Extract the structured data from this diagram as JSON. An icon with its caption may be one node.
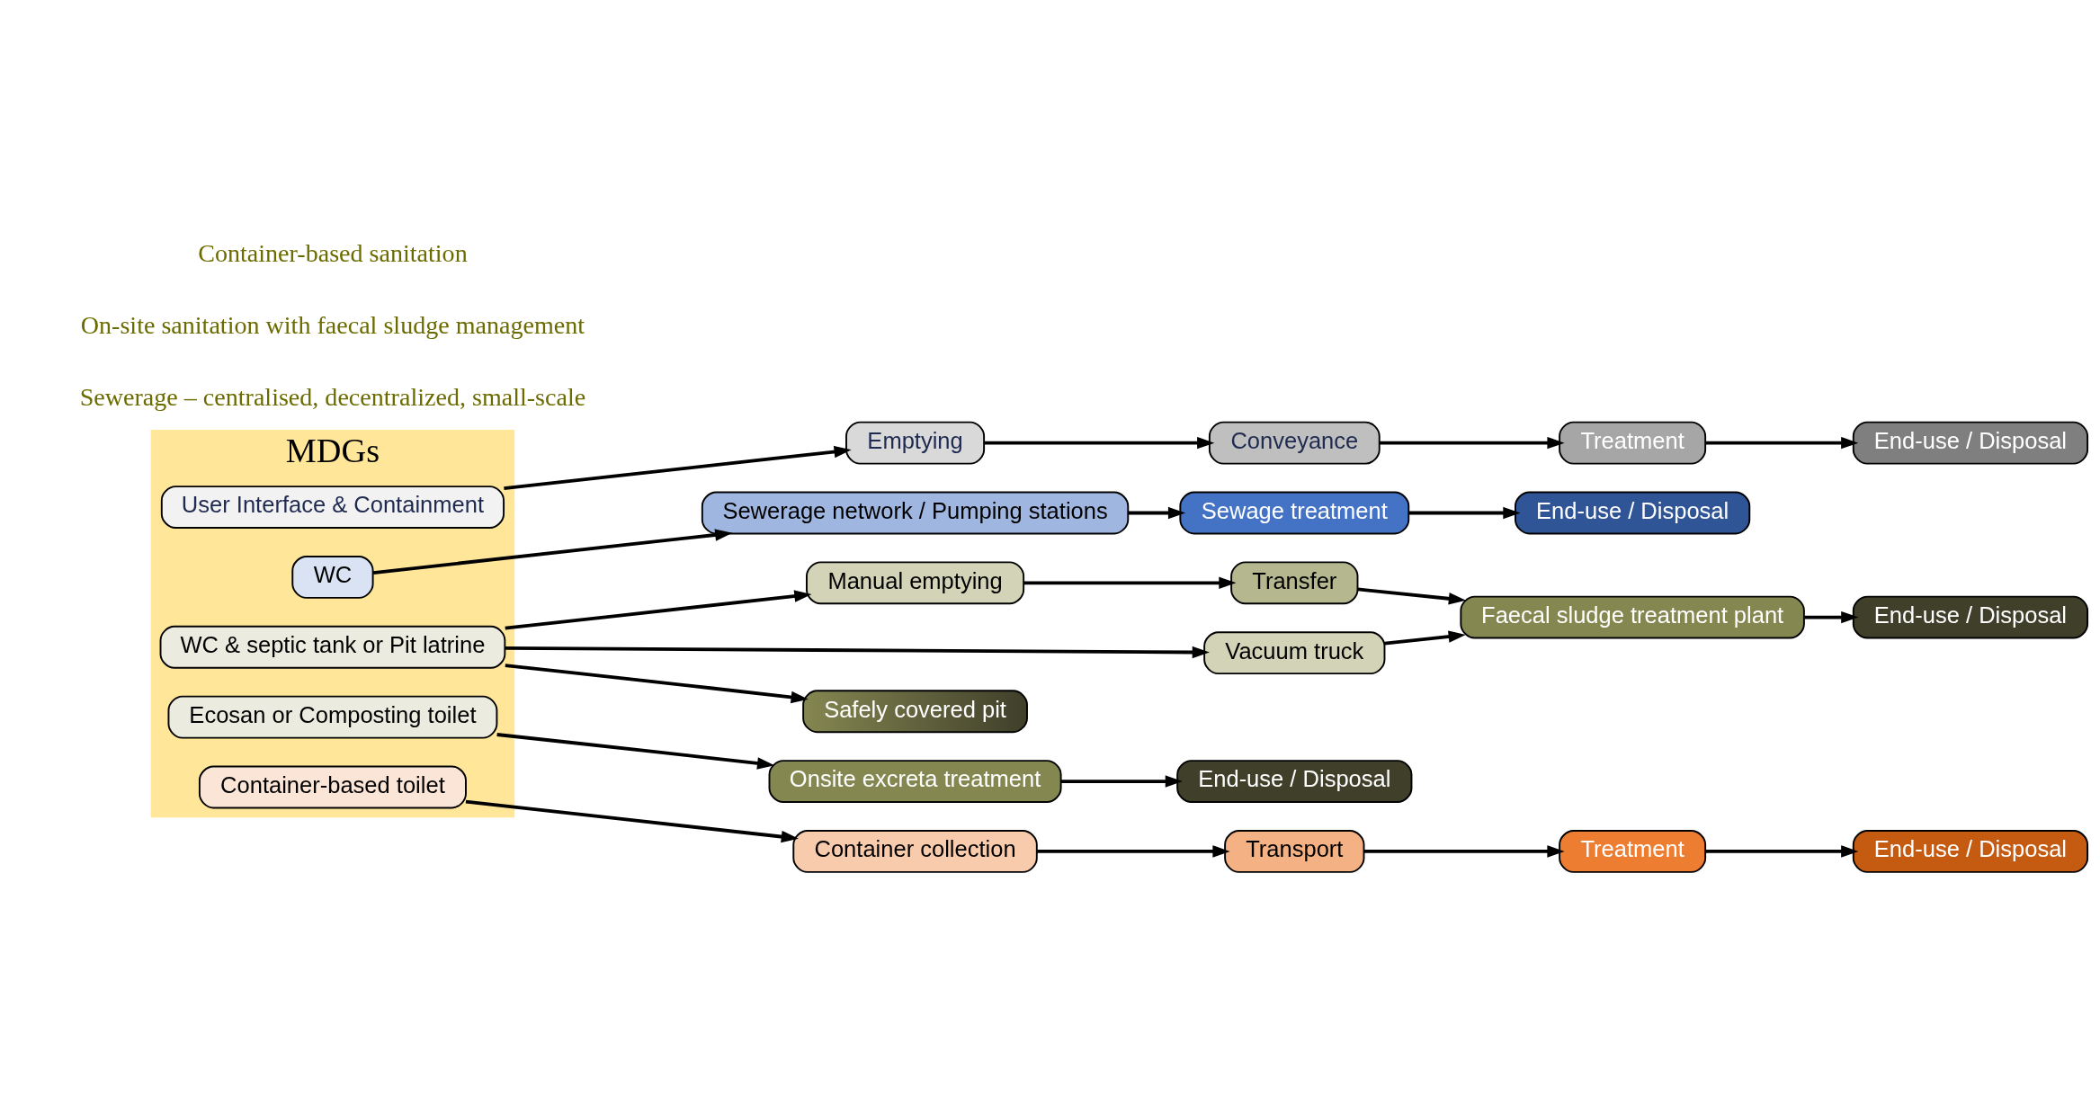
{
  "diagram": {
    "nodes": [
      {
        "text": [
          "MDGs"
        ]
      },
      {
        "text": [
          "User Interface & Containment"
        ],
        "in": 0
      },
      {
        "text": [
          "Emptying"
        ]
      },
      {
        "text": [
          "Conveyance"
        ]
      },
      {
        "text": [
          "Treatment"
        ]
      },
      {
        "text": [
          "End-use / Disposal"
        ]
      },
      {
        "text": [
          "WC"
        ],
        "in": 0
      },
      {
        "text": [
          "Sewerage network / Pumping stations"
        ]
      },
      {
        "text": [
          "Sewage treatment"
        ]
      },
      {
        "text": [
          "End-use / Disposal"
        ]
      },
      {
        "text": [
          "WC & septic tank or Pit latrine"
        ],
        "in": 0
      },
      {
        "text": [
          "Manual emptying"
        ]
      },
      {
        "text": [
          "Transfer"
        ]
      },
      {
        "text": [
          "Faecal sludge treatment plant"
        ]
      },
      {
        "text": [
          "End-use / Disposal"
        ]
      },
      {
        "text": [
          "Vacuum truck"
        ]
      },
      {
        "text": [
          "Safely covered pit"
        ]
      },
      {
        "text": [
          "Ecosan or Composting toilet"
        ],
        "in": 0
      },
      {
        "text": [
          "Onsite excreta treatment"
        ]
      },
      {
        "text": [
          "End-use / Disposal"
        ]
      },
      {
        "text": [
          "Container-based toilet"
        ],
        "in": 0
      },
      {
        "text": [
          "Container collection"
        ]
      },
      {
        "text": [
          "Transport"
        ]
      },
      {
        "text": [
          "Treatment"
        ]
      },
      {
        "text": [
          "End-use / Disposal"
        ]
      }
    ],
    "edges": [
      {
        "from": 1,
        "to": 2,
        "arrow": "to"
      },
      {
        "from": 2,
        "to": 3,
        "arrow": "to"
      },
      {
        "from": 3,
        "to": 4,
        "arrow": "to"
      },
      {
        "from": 4,
        "to": 5,
        "arrow": "to"
      },
      {
        "from": 6,
        "to": 7,
        "arrow": "to"
      },
      {
        "from": 7,
        "to": 8,
        "arrow": "to"
      },
      {
        "from": 8,
        "to": 9,
        "arrow": "to"
      },
      {
        "from": 10,
        "to": 11,
        "arrow": "to"
      },
      {
        "from": 11,
        "to": 12,
        "arrow": "to"
      },
      {
        "from": 12,
        "to": 13,
        "arrow": "to"
      },
      {
        "from": 10,
        "to": 15,
        "arrow": "to"
      },
      {
        "from": 15,
        "to": 13,
        "arrow": "to"
      },
      {
        "from": 13,
        "to": 14,
        "arrow": "to"
      },
      {
        "from": 10,
        "to": 16,
        "arrow": "to"
      },
      {
        "from": 17,
        "to": 18,
        "arrow": "to"
      },
      {
        "from": 18,
        "to": 19,
        "arrow": "to"
      },
      {
        "from": 20,
        "to": 21,
        "arrow": "to"
      },
      {
        "from": 21,
        "to": 22,
        "arrow": "to"
      },
      {
        "from": 22,
        "to": 23,
        "arrow": "to"
      },
      {
        "from": 23,
        "to": 24,
        "arrow": "to"
      }
    ],
    "labels": [
      "Sewerage – centralised, decentralized, small-scale",
      "On-site sanitation with faecal sludge management",
      "Container-based sanitation"
    ]
  }
}
